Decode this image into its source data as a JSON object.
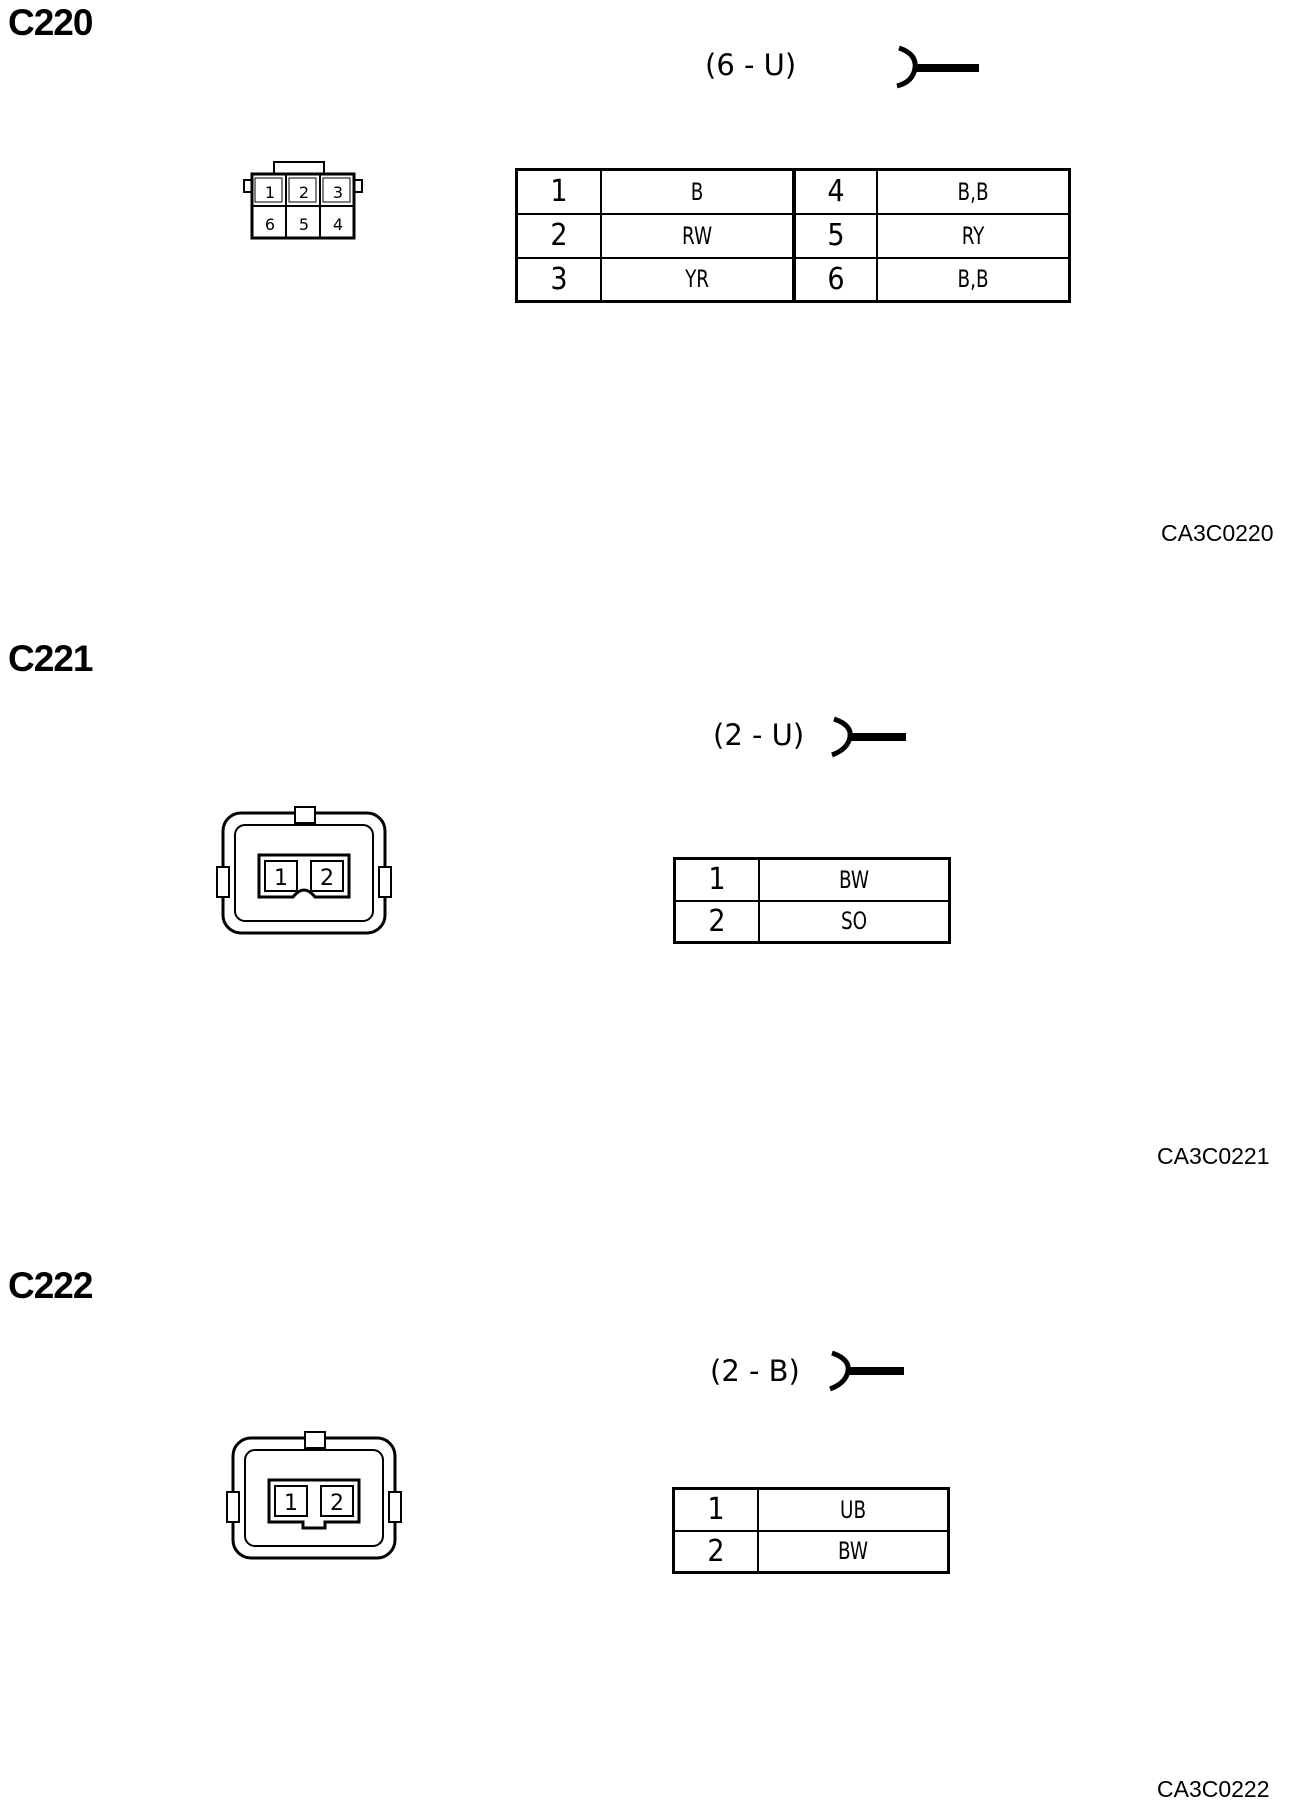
{
  "sections": [
    {
      "id": "C220",
      "spec": "(6 - U)",
      "ref": "CA3C0220",
      "connector_pins": [
        "1",
        "2",
        "3",
        "6",
        "5",
        "4"
      ],
      "rows": [
        {
          "pin": "1",
          "color": "B",
          "pin2": "4",
          "color2": "B,B"
        },
        {
          "pin": "2",
          "color": "RW",
          "pin2": "5",
          "color2": "RY"
        },
        {
          "pin": "3",
          "color": "YR",
          "pin2": "6",
          "color2": "B,B"
        }
      ]
    },
    {
      "id": "C221",
      "spec": "(2 - U)",
      "ref": "CA3C0221",
      "connector_pins": [
        "1",
        "2"
      ],
      "rows": [
        {
          "pin": "1",
          "color": "BW"
        },
        {
          "pin": "2",
          "color": "SO"
        }
      ]
    },
    {
      "id": "C222",
      "spec": "(2 - B)",
      "ref": "CA3C0222",
      "connector_pins": [
        "1",
        "2"
      ],
      "rows": [
        {
          "pin": "1",
          "color": "UB"
        },
        {
          "pin": "2",
          "color": "BW"
        }
      ]
    }
  ]
}
